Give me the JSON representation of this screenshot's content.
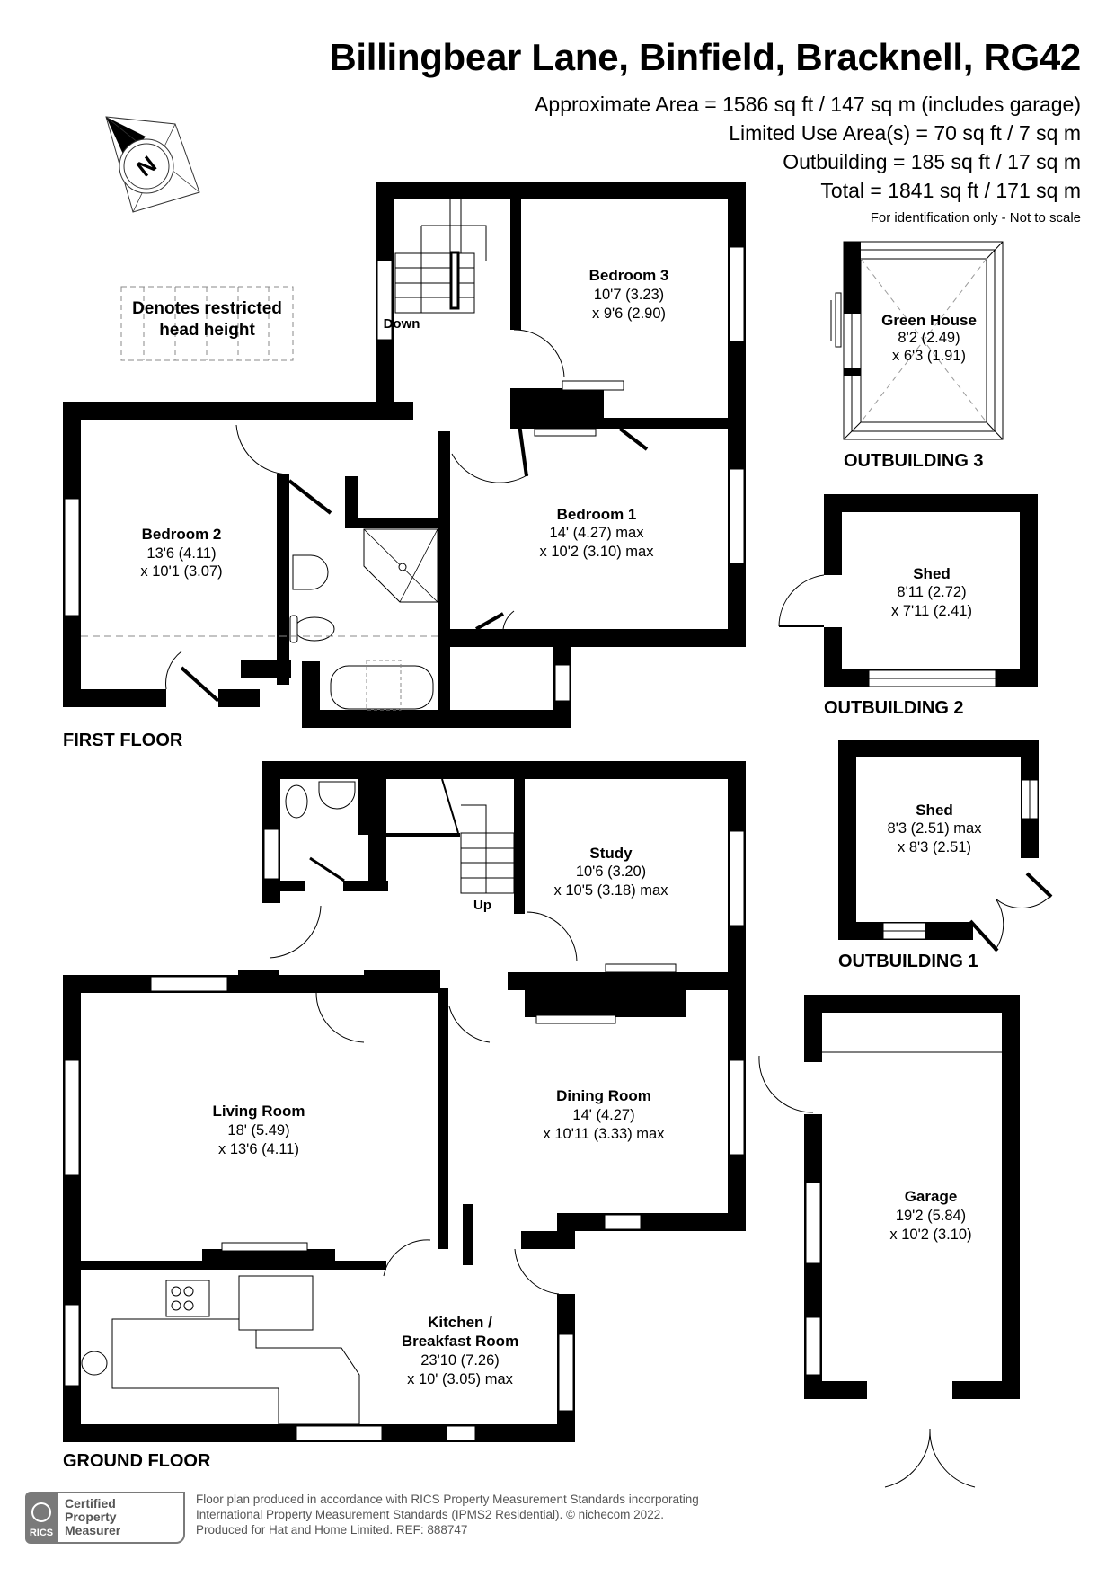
{
  "header": {
    "title": "Billingbear Lane, Binfield, Bracknell, RG42",
    "approx_area": "Approximate Area = 1586 sq ft / 147 sq m (includes garage)",
    "limited_use": "Limited Use Area(s) = 70 sq ft / 7 sq m",
    "outbuilding": "Outbuilding = 185 sq ft / 17 sq m",
    "total": "Total = 1841 sq ft / 171 sq m",
    "disclaimer": "For identification only - Not to scale"
  },
  "compass": {
    "label": "N"
  },
  "legend": {
    "restricted_line1": "Denotes restricted",
    "restricted_line2": "head height"
  },
  "floors": {
    "first": {
      "label": "FIRST FLOOR",
      "stairs_label": "Down",
      "rooms": [
        {
          "name": "Bedroom 3",
          "dim1": "10'7 (3.23)",
          "dim2": "x 9'6 (2.90)"
        },
        {
          "name": "Bedroom 2",
          "dim1": "13'6 (4.11)",
          "dim2": "x 10'1 (3.07)"
        },
        {
          "name": "Bedroom 1",
          "dim1": "14' (4.27) max",
          "dim2": "x 10'2 (3.10) max"
        }
      ]
    },
    "ground": {
      "label": "GROUND FLOOR",
      "stairs_label": "Up",
      "rooms": [
        {
          "name": "Study",
          "dim1": "10'6 (3.20)",
          "dim2": "x 10'5 (3.18) max"
        },
        {
          "name": "Living Room",
          "dim1": "18' (5.49)",
          "dim2": "x 13'6 (4.11)"
        },
        {
          "name": "Dining Room",
          "dim1": "14' (4.27)",
          "dim2": "x 10'11 (3.33) max"
        },
        {
          "name": "Kitchen /",
          "name2": "Breakfast Room",
          "dim1": "23'10 (7.26)",
          "dim2": "x 10' (3.05) max"
        },
        {
          "name": "Garage",
          "dim1": "19'2 (5.84)",
          "dim2": "x 10'2 (3.10)"
        }
      ]
    }
  },
  "outbuildings": [
    {
      "label": "OUTBUILDING 3",
      "name": "Green House",
      "dim1": "8'2 (2.49)",
      "dim2": "x 6'3 (1.91)"
    },
    {
      "label": "OUTBUILDING 2",
      "name": "Shed",
      "dim1": "8'11 (2.72)",
      "dim2": "x 7'11 (2.41)"
    },
    {
      "label": "OUTBUILDING 1",
      "name": "Shed",
      "dim1": "8'3 (2.51) max",
      "dim2": "x 8'3 (2.51)"
    }
  ],
  "footer": {
    "rics_label": "RICS",
    "cert_line1": "Certified",
    "cert_line2": "Property",
    "cert_line3": "Measurer",
    "line1": "Floor plan produced in accordance with RICS Property Measurement Standards incorporating",
    "line2": "International Property Measurement Standards (IPMS2 Residential).   © nichecom 2022.",
    "line3": "Produced for Hat and Home Limited.   REF:  888747"
  },
  "colors": {
    "wall": "#000000",
    "background": "#ffffff",
    "footer_grey": "#7a7a7a",
    "dash": "#888888"
  }
}
